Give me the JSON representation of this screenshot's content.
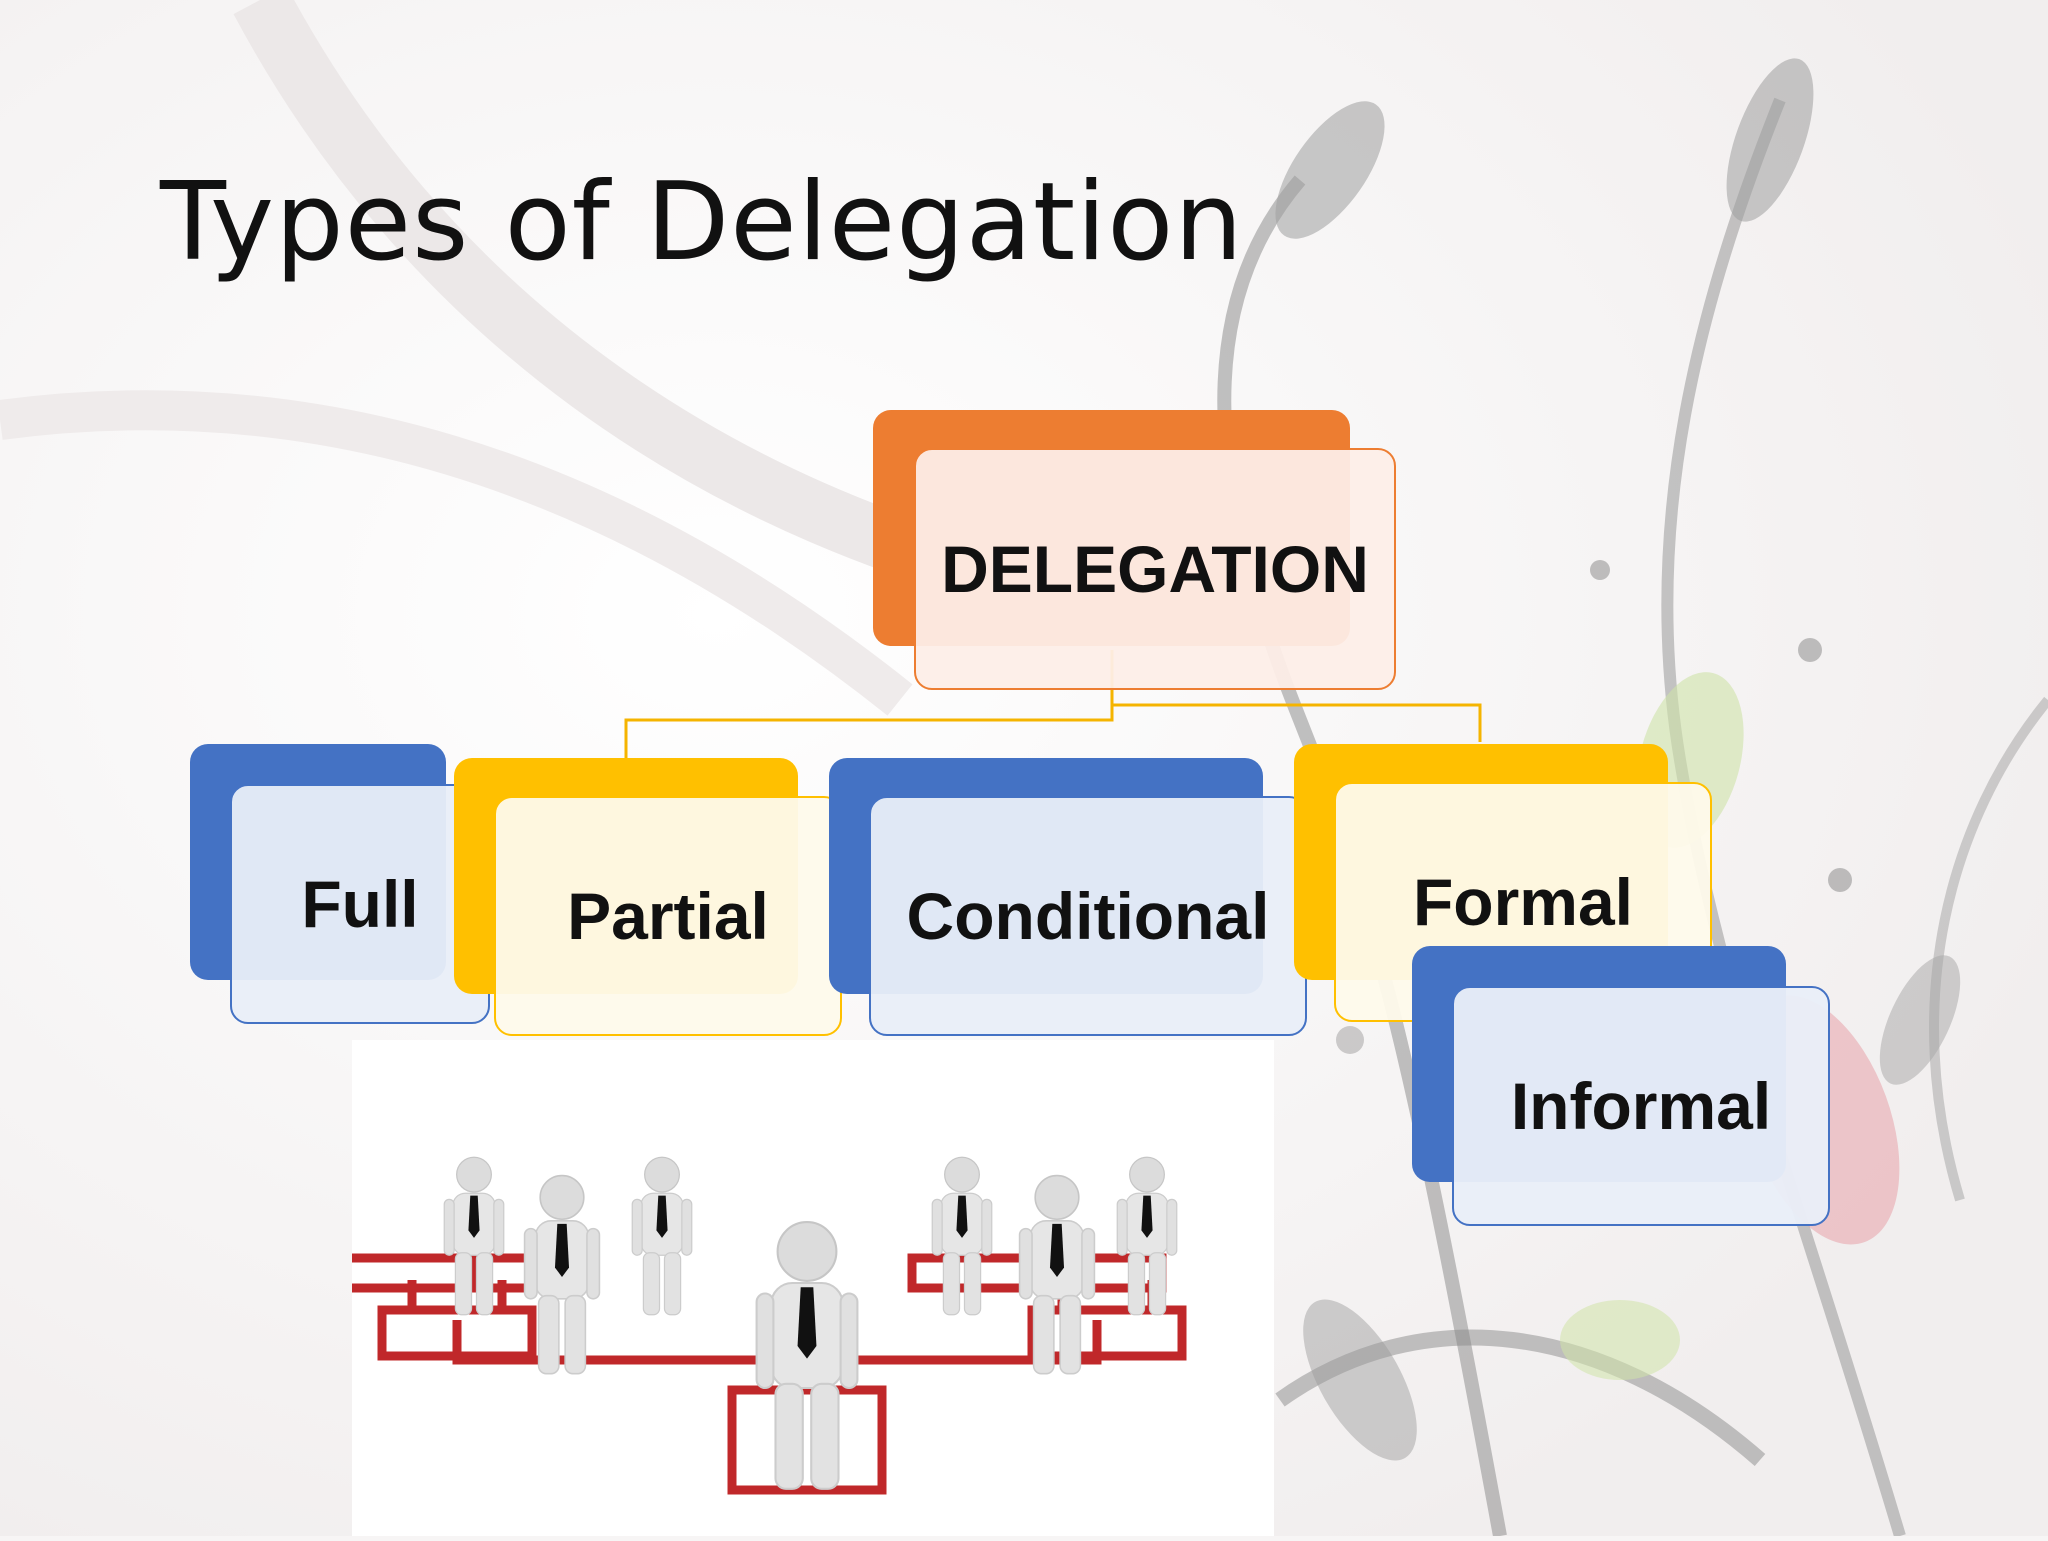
{
  "slide": {
    "title": "Types of Delegation"
  },
  "diagram": {
    "root": {
      "label": "DELEGATION",
      "color": "#ED7D31"
    },
    "children": [
      {
        "label": "Full",
        "color": "#4472C4"
      },
      {
        "label": "Partial",
        "color": "#FFC000"
      },
      {
        "label": "Conditional",
        "color": "#4472C4"
      },
      {
        "label": "Formal",
        "color": "#FFC000"
      },
      {
        "label": "Informal",
        "color": "#4472C4"
      }
    ],
    "connector_color": "#F5B400"
  },
  "illustration": {
    "icon": "org-chart-people-icon",
    "tie_color": "#111111",
    "platform_color": "#C0282A"
  }
}
